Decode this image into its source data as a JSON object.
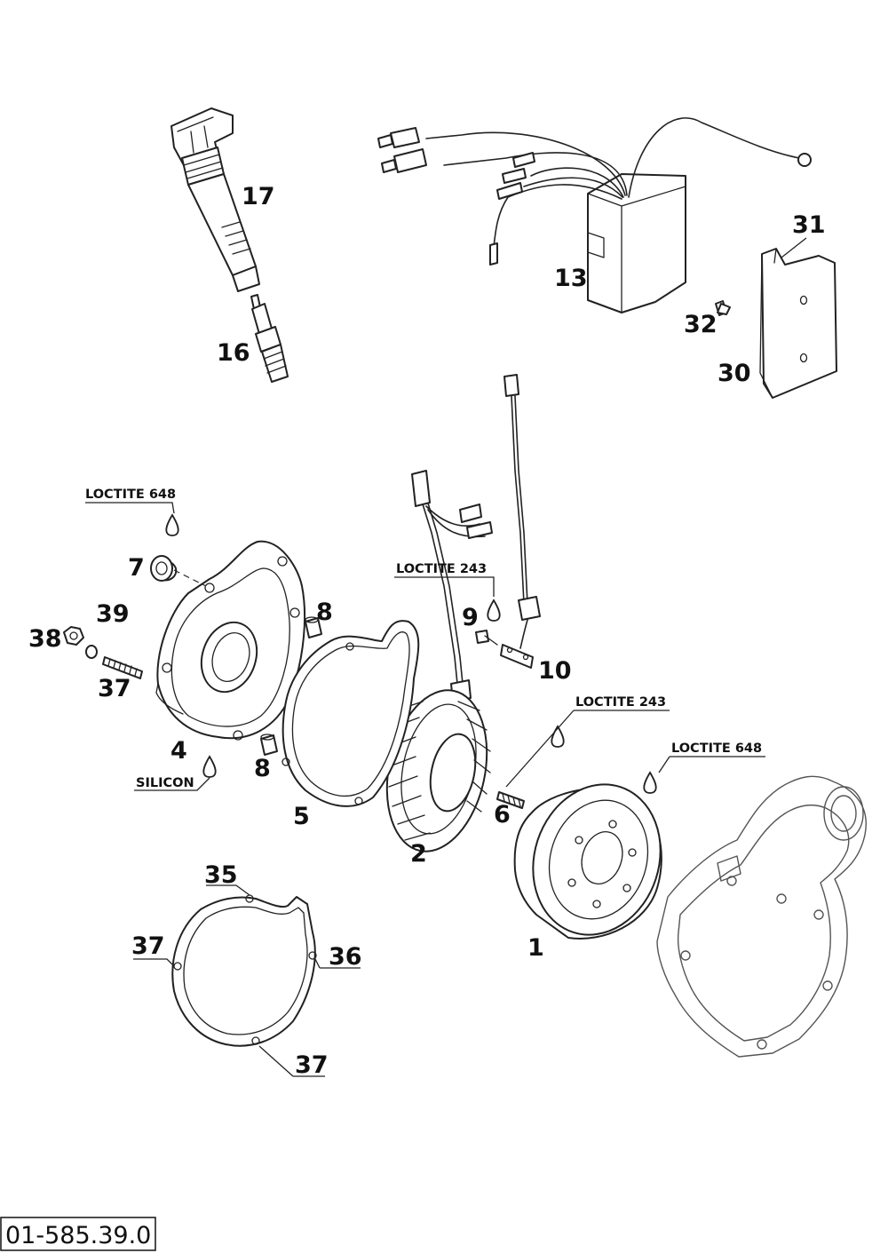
{
  "diagram_code": "01-585.39.0",
  "labels": {
    "p1": "1",
    "p2": "2",
    "p4": "4",
    "p5": "5",
    "p6": "6",
    "p7": "7",
    "p8a": "8",
    "p8b": "8",
    "p9": "9",
    "p10": "10",
    "p13": "13",
    "p16": "16",
    "p17": "17",
    "p30": "30",
    "p31": "31",
    "p32": "32",
    "p35": "35",
    "p36": "36",
    "p37a": "37",
    "p37b": "37",
    "p37c": "37",
    "p38": "38",
    "p39": "39"
  },
  "notes": {
    "loctite_648_top": "LOCTITE 648",
    "loctite_243_mid": "LOCTITE 243",
    "loctite_243_right": "LOCTITE 243",
    "loctite_648_right": "LOCTITE 648",
    "silicon": "SILICON"
  }
}
